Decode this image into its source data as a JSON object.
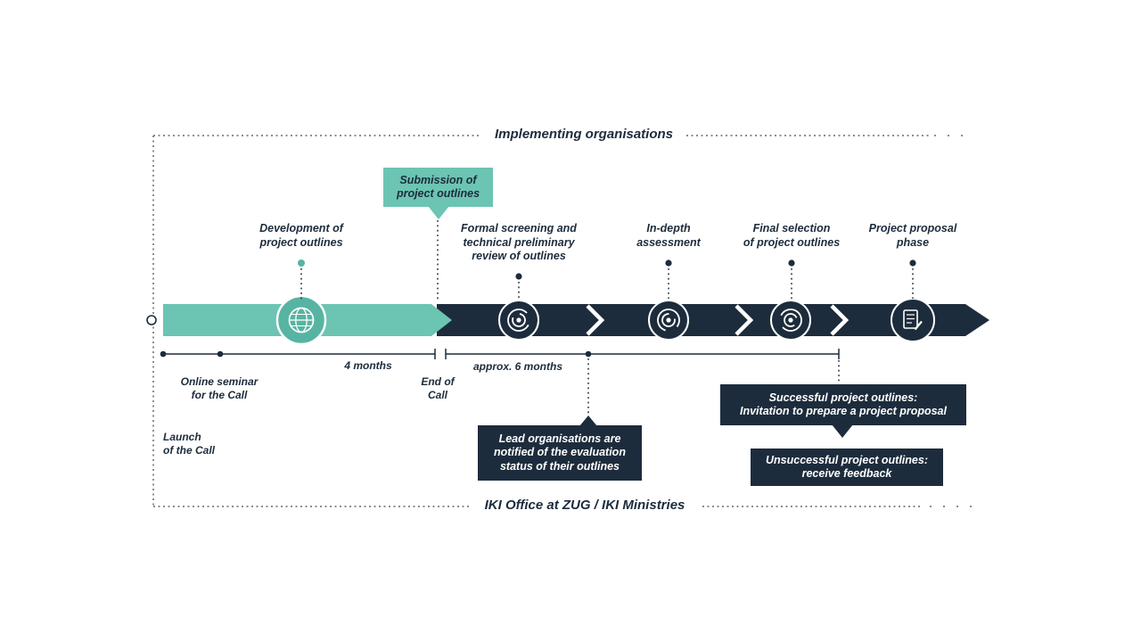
{
  "colors": {
    "teal": "#6cc4b3",
    "teal_dark": "#57b4a2",
    "navy": "#1d2c3c",
    "guide_dots": "#848e96",
    "white": "#ffffff"
  },
  "lanes": {
    "top": "Implementing organisations",
    "bottom": "IKI Office at ZUG / IKI Ministries"
  },
  "callout": {
    "label": "Submission of\nproject outlines"
  },
  "stages": [
    {
      "label": "Development of\nproject outlines"
    },
    {
      "label": "Formal screening and\ntechnical preliminary\nreview of outlines"
    },
    {
      "label": "In-depth\nassessment"
    },
    {
      "label": "Final selection\nof project outlines"
    },
    {
      "label": "Project proposal\nphase"
    }
  ],
  "timeline": {
    "icons": [
      "globe-icon",
      "review-target-icon",
      "assessment-target-icon",
      "selection-target-icon",
      "proposal-document-icon"
    ],
    "durations": [
      {
        "label": "4 months"
      },
      {
        "label": "approx. 6 months"
      }
    ],
    "milestones": [
      {
        "label": "Launch\nof the Call"
      },
      {
        "label": "Online seminar\nfor the Call"
      },
      {
        "label": "End of\nCall"
      }
    ]
  },
  "notes": {
    "lead": "Lead organisations are\nnotified of the evaluation\nstatus of their outlines",
    "successful": "Successful project outlines:\nInvitation to prepare a project proposal",
    "unsuccessful": "Unsuccessful project outlines:\nreceive feedback"
  }
}
